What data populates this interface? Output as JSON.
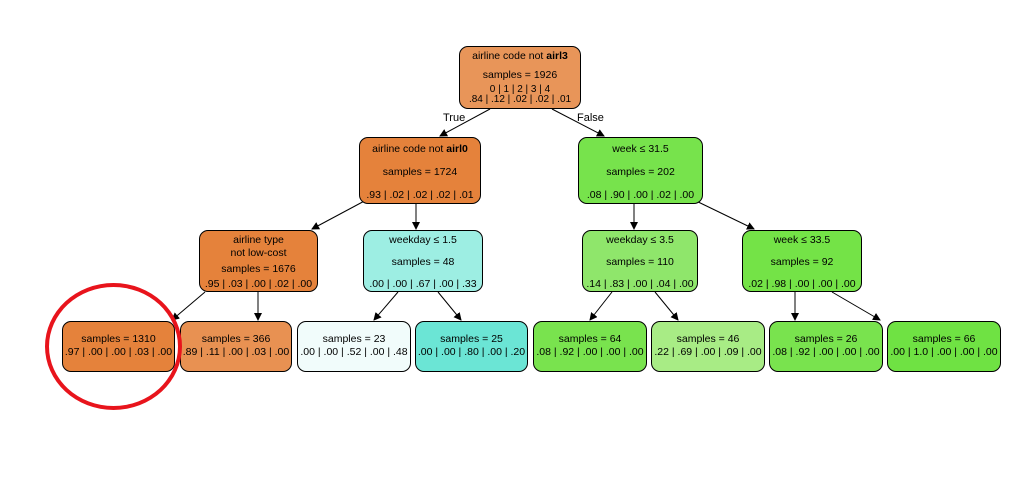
{
  "edge_labels": {
    "true_label": "True",
    "false_label": "False"
  },
  "nodes": {
    "root": {
      "title_pre": "airline code not ",
      "title_bold": "airl3",
      "samples": "samples = 1926",
      "class_row": "0 | 1 | 2 | 3 | 4",
      "values": ".84 | .12 | .02 | .02 | .01",
      "color": "#e89559"
    },
    "n1": {
      "title_pre": "airline code not ",
      "title_bold": "airl0",
      "samples": "samples = 1724",
      "values": ".93 | .02 | .02 | .02 | .01",
      "color": "#e5823b"
    },
    "n2": {
      "title": "week ≤ 31.5",
      "samples": "samples = 202",
      "values": ".08 | .90 | .00 | .02 | .00",
      "color": "#77e34c"
    },
    "n3": {
      "title1": "airline type",
      "title2": "not low-cost",
      "samples": "samples = 1676",
      "values": ".95 | .03 | .00 | .02 | .00",
      "color": "#e5823b"
    },
    "n4": {
      "title": "weekday ≤ 1.5",
      "samples": "samples = 48",
      "values": ".00 | .00 | .67 | .00 | .33",
      "color": "#9deee3"
    },
    "n5": {
      "title": "weekday ≤ 3.5",
      "samples": "samples = 110",
      "values": ".14 | .83 | .00 | .04 | .00",
      "color": "#8fe66b"
    },
    "n6": {
      "title": "week ≤ 33.5",
      "samples": "samples = 92",
      "values": ".02 | .98 | .00 | .00 | .00",
      "color": "#74e347"
    },
    "l1": {
      "samples": "samples = 1310",
      "values": ".97 | .00 | .00 | .03 | .00",
      "color": "#e5823b"
    },
    "l2": {
      "samples": "samples = 366",
      "values": ".89 | .11 | .00 | .03 | .00",
      "color": "#e89152"
    },
    "l3": {
      "samples": "samples = 23",
      "values": ".00 | .00 | .52 | .00 | .48",
      "color": "#f1fcfb"
    },
    "l4": {
      "samples": "samples = 25",
      "values": ".00 | .00 | .80 | .00 | .20",
      "color": "#6be5d5"
    },
    "l5": {
      "samples": "samples = 64",
      "values": ".08 | .92 | .00 | .00 | .00",
      "color": "#79e34e"
    },
    "l6": {
      "samples": "samples = 46",
      "values": ".22 | .69 | .00 | .09 | .00",
      "color": "#a8ec85"
    },
    "l7": {
      "samples": "samples = 26",
      "values": ".08 | .92 | .00 | .00 | .00",
      "color": "#79e34e"
    },
    "l8": {
      "samples": "samples = 66",
      "values": ".00 | 1.0 | .00 | .00 | .00",
      "color": "#6fe243"
    }
  },
  "colors": {
    "highlight_circle": "#e8141c",
    "edge": "#000000"
  }
}
